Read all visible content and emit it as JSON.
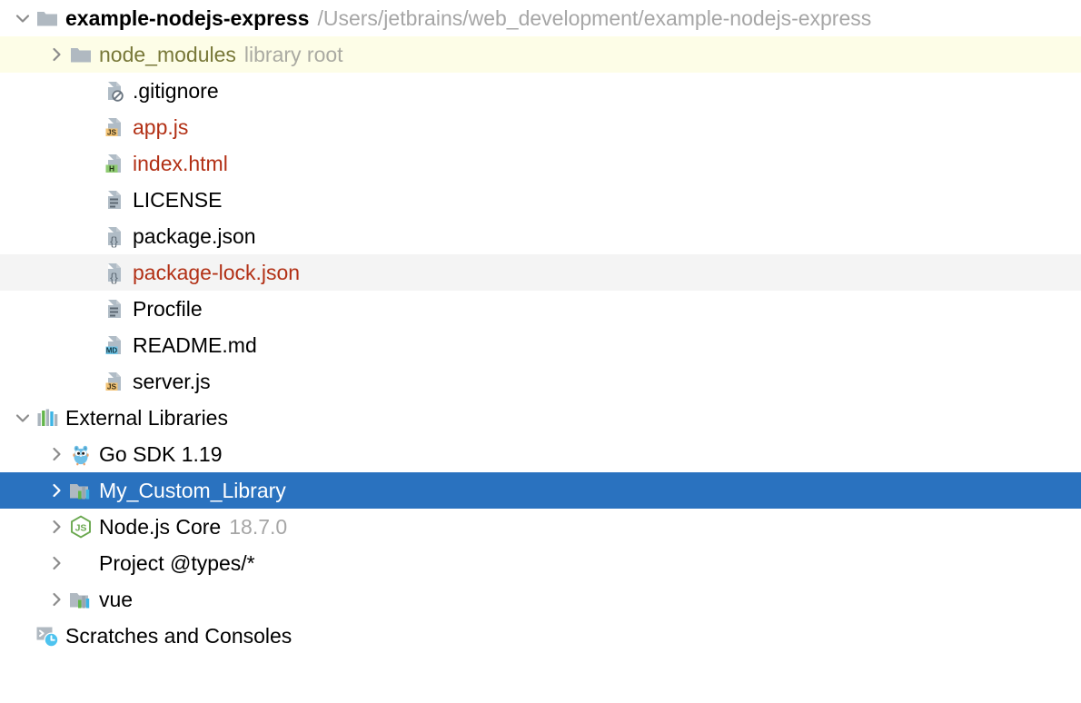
{
  "window": {
    "title": "Project",
    "background": "#ffffff",
    "selection_color": "#2a72bf",
    "hover_color": "#f4f4f4",
    "library_root_color": "#fdfde7",
    "modified_file_color": "#b23015",
    "secondary_text_color": "#a6a6a6"
  },
  "tree": {
    "rows": [
      {
        "name": "example-nodejs-express",
        "secondary": "/Users/jetbrains/web_development/example-nodejs-express",
        "icon": "folder-icon",
        "twisty": "chevron-down-icon",
        "depth": 0,
        "bold": true,
        "state": "normal"
      },
      {
        "name": "node_modules",
        "secondary": "library root",
        "icon": "folder-icon",
        "twisty": "chevron-right-icon",
        "depth": 1,
        "style": "olive",
        "state": "library-root"
      },
      {
        "name": ".gitignore",
        "secondary": "",
        "icon": "file-ignored-icon",
        "twisty": "none",
        "depth": 2,
        "state": "normal"
      },
      {
        "name": "app.js",
        "secondary": "",
        "icon": "file-js-icon",
        "twisty": "none",
        "depth": 2,
        "style": "modified",
        "state": "normal"
      },
      {
        "name": "index.html",
        "secondary": "",
        "icon": "file-html-icon",
        "twisty": "none",
        "depth": 2,
        "style": "modified",
        "state": "normal"
      },
      {
        "name": "LICENSE",
        "secondary": "",
        "icon": "file-text-icon",
        "twisty": "none",
        "depth": 2,
        "state": "normal"
      },
      {
        "name": "package.json",
        "secondary": "",
        "icon": "file-json-icon",
        "twisty": "none",
        "depth": 2,
        "state": "normal"
      },
      {
        "name": "package-lock.json",
        "secondary": "",
        "icon": "file-json-icon",
        "twisty": "none",
        "depth": 2,
        "style": "modified",
        "state": "hover"
      },
      {
        "name": "Procfile",
        "secondary": "",
        "icon": "file-text-icon",
        "twisty": "none",
        "depth": 2,
        "state": "normal"
      },
      {
        "name": "README.md",
        "secondary": "",
        "icon": "file-markdown-icon",
        "twisty": "none",
        "depth": 2,
        "state": "normal"
      },
      {
        "name": "server.js",
        "secondary": "",
        "icon": "file-js-icon",
        "twisty": "none",
        "depth": 2,
        "state": "normal"
      },
      {
        "name": "External Libraries",
        "secondary": "",
        "icon": "libraries-bars-icon",
        "twisty": "chevron-down-icon",
        "depth": 0,
        "state": "normal"
      },
      {
        "name": "Go SDK 1.19",
        "secondary": "",
        "icon": "go-gopher-icon",
        "twisty": "chevron-right-icon",
        "depth": 1,
        "state": "normal"
      },
      {
        "name": "My_Custom_Library",
        "secondary": "",
        "icon": "library-folder-icon",
        "twisty": "chevron-right-icon",
        "depth": 1,
        "state": "selected"
      },
      {
        "name": "Node.js Core",
        "secondary": "18.7.0",
        "icon": "nodejs-icon",
        "twisty": "chevron-right-icon",
        "depth": 1,
        "state": "normal"
      },
      {
        "name": "Project @types/*",
        "secondary": "",
        "icon": "none",
        "twisty": "chevron-right-icon",
        "depth": 1,
        "state": "normal"
      },
      {
        "name": "vue",
        "secondary": "",
        "icon": "library-folder-icon",
        "twisty": "chevron-right-icon",
        "depth": 1,
        "state": "normal"
      },
      {
        "name": "Scratches and Consoles",
        "secondary": "",
        "icon": "scratches-console-icon",
        "twisty": "none",
        "depth": 0,
        "state": "normal"
      }
    ]
  }
}
